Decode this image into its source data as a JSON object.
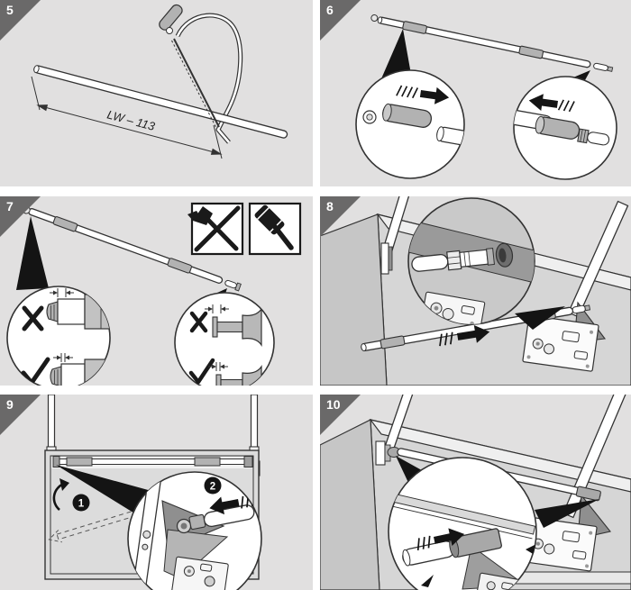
{
  "colors": {
    "page_bg": "#ffffff",
    "panel_bg": "#e1e0e0",
    "corner_triangle": "#6a6969",
    "line_art": "#333333",
    "solid_black": "#141414",
    "sleeve_gray": "#b2b2b2",
    "cabinet_gray": "#c6c6c6"
  },
  "panels": [
    {
      "number": "5",
      "illustration": "cut-rod-with-hacksaw",
      "dimension_label": "LW – 113"
    },
    {
      "number": "6",
      "illustration": "push-adapter-sleeves-into-rod-ends"
    },
    {
      "number": "7",
      "illustration": "seat-end-fittings-wrong-vs-right",
      "icons": [
        "steel-hammer-prohibited",
        "rubber-mallet-allowed"
      ],
      "marks": [
        "cross-wrong",
        "check-correct"
      ]
    },
    {
      "number": "8",
      "illustration": "slide-rod-into-cabinet-bracket"
    },
    {
      "number": "9",
      "illustration": "swivel-rod-up-and-engage",
      "step_badges": [
        "1",
        "2"
      ]
    },
    {
      "number": "10",
      "illustration": "rod-engaged-in-lever-socket"
    }
  ]
}
